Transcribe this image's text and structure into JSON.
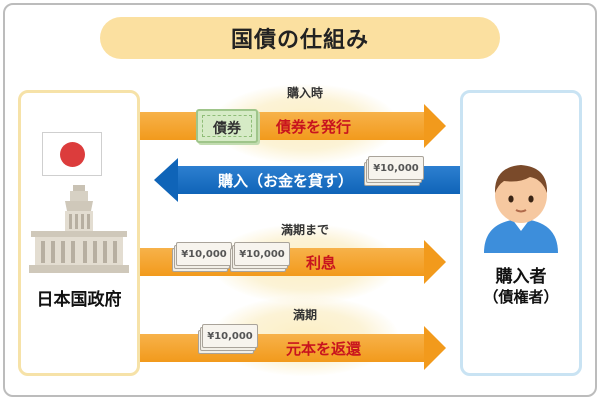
{
  "title": "国債の仕組み",
  "government": {
    "label": "日本国政府"
  },
  "buyer": {
    "label": "購入者",
    "sublabel": "（債権者）"
  },
  "stages": {
    "purchase": "購入時",
    "until_maturity": "満期まで",
    "maturity": "満期"
  },
  "arrows": {
    "issue": "債券を発行",
    "purchase": "購入（お金を貸す）",
    "interest": "利息",
    "repay": "元本を返還"
  },
  "bond_label": "債券",
  "bill_amount": "¥10,000",
  "colors": {
    "title_bg": "#fbe0a0",
    "orange_arrow": "#f29a1c",
    "blue_arrow": "#0f64b8",
    "flag_circle": "#dc3c3c",
    "buyer_shirt": "#3d8edb"
  },
  "icons": [
    "japan-flag-icon",
    "diet-building-icon",
    "person-icon",
    "bond-certificate-icon",
    "banknote-icon"
  ]
}
